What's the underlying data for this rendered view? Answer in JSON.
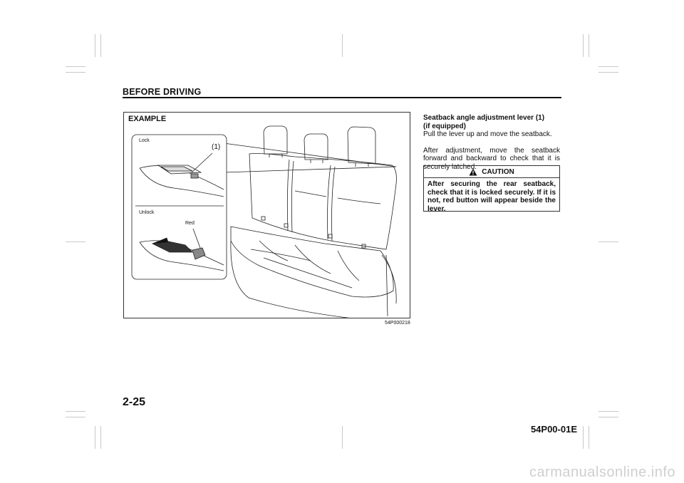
{
  "header": {
    "section_title": "BEFORE DRIVING"
  },
  "figure": {
    "label": "EXAMPLE",
    "callout_number": "(1)",
    "lock_label": "Lock",
    "unlock_label": "Unlock",
    "red_label": "Red",
    "figure_code": "54P000218"
  },
  "content": {
    "heading_line1": "Seatback angle adjustment lever (1)",
    "heading_line2": "(if equipped)",
    "instruction": "Pull the lever up and move the seatback.",
    "paragraph": "After adjustment, move the seatback forward and backward to check that it is securely latched."
  },
  "caution": {
    "title": "CAUTION",
    "text": "After securing the rear seatback, check that it is locked securely. If it is not, red button will appear beside the lever."
  },
  "footer": {
    "page_number": "2-25",
    "doc_code": "54P00-01E",
    "watermark": "carmanualsonline.info"
  },
  "colors": {
    "text": "#111111",
    "registration_marks": "#c8c8c8",
    "watermark": "#cfcfcf"
  }
}
